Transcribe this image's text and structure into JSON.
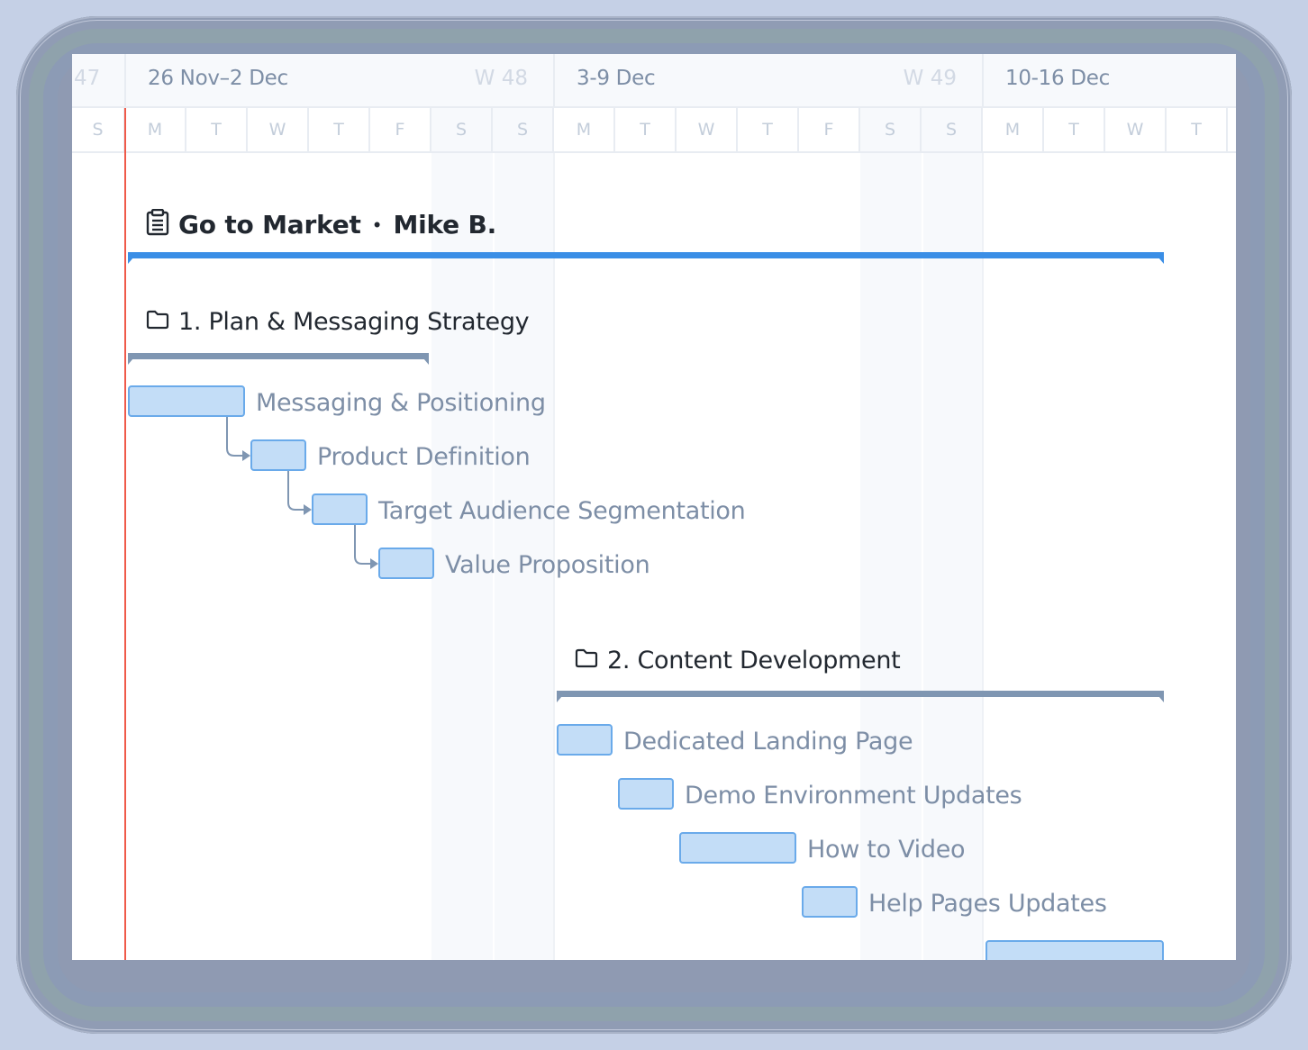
{
  "timeline": {
    "weeks": [
      {
        "range": "",
        "week_label": "47"
      },
      {
        "range": "26 Nov–2 Dec",
        "week_label": "W 48"
      },
      {
        "range": "3-9 Dec",
        "week_label": "W 49"
      },
      {
        "range": "10-16 Dec",
        "week_label": ""
      }
    ],
    "days": [
      "S",
      "M",
      "T",
      "W",
      "T",
      "F",
      "S",
      "S",
      "M",
      "T",
      "W",
      "T",
      "F",
      "S",
      "S",
      "M",
      "T",
      "W",
      "T"
    ]
  },
  "project": {
    "title": "Go to Market",
    "separator": "•",
    "owner": "Mike B.",
    "icon": "clipboard-icon",
    "bar_color": "#3a8ee6"
  },
  "groups": [
    {
      "title": "1. Plan & Messaging Strategy",
      "icon": "folder-icon",
      "tasks": [
        {
          "label": "Messaging & Positioning"
        },
        {
          "label": "Product Definition"
        },
        {
          "label": "Target Audience Segmentation"
        },
        {
          "label": "Value Proposition"
        }
      ]
    },
    {
      "title": "2. Content Development",
      "icon": "folder-icon",
      "tasks": [
        {
          "label": "Dedicated Landing Page"
        },
        {
          "label": "Demo Environment Updates"
        },
        {
          "label": "How to Video"
        },
        {
          "label": "Help Pages Updates"
        },
        {
          "label": ""
        }
      ]
    }
  ],
  "colors": {
    "today_line": "#ef5a4a",
    "task_fill": "#c3ddf7",
    "task_border": "#6aaaea",
    "group_bar": "#7f96b2",
    "dependency_arrow": "#7f96b2"
  }
}
